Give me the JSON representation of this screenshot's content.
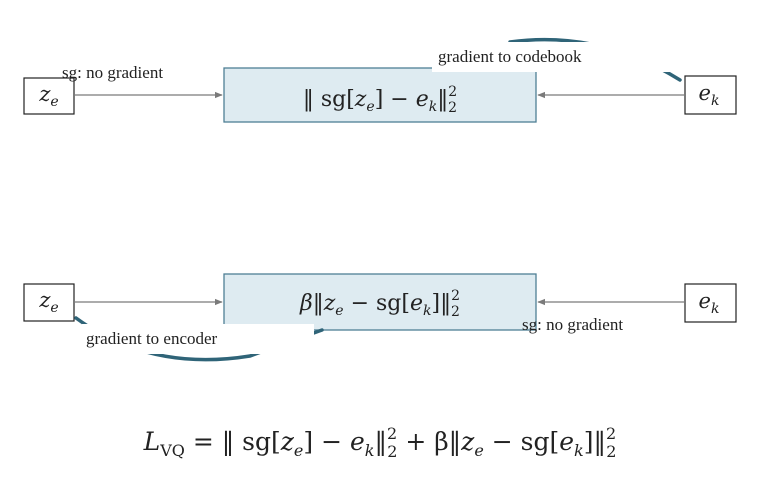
{
  "colors": {
    "box_fill": "#deebf1",
    "box_stroke": "#4f7f95",
    "arrow": "#7a7a7a",
    "curve": "#2f6478",
    "text": "#222222"
  },
  "top_row": {
    "left_node": {
      "var": "z",
      "sub": "e"
    },
    "right_node": {
      "var": "e",
      "sub": "k"
    },
    "center_term": {
      "pre": "‖ sg[",
      "z": "z",
      "z_sub": "e",
      "mid": "] − ",
      "e": "e",
      "e_sub": "k",
      "post": "‖",
      "pow_sup": "2",
      "pow_sub": "2"
    },
    "left_label": "sg: no gradient",
    "right_label": "gradient to codebook"
  },
  "bottom_row": {
    "left_node": {
      "var": "z",
      "sub": "e"
    },
    "right_node": {
      "var": "e",
      "sub": "k"
    },
    "center_term": {
      "beta": "β",
      "open": "‖",
      "z": "z",
      "z_sub": "e",
      "mid": " − sg[",
      "e": "e",
      "e_sub": "k",
      "post": "]‖",
      "pow_sup": "2",
      "pow_sub": "2"
    },
    "left_label": "gradient to encoder",
    "right_label": "sg: no gradient"
  },
  "loss": {
    "L": "L",
    "L_sub": "VQ",
    "eq": " = ‖ sg[",
    "z1": "z",
    "z1_sub": "e",
    "m1": "] − ",
    "e1": "e",
    "e1_sub": "k",
    "n1": "‖",
    "p1_sup": "2",
    "p1_sub": "2",
    "plus": " + β‖",
    "z2": "z",
    "z2_sub": "e",
    "m2": " − sg[",
    "e2": "e",
    "e2_sub": "k",
    "n2": "]‖",
    "p2_sup": "2",
    "p2_sub": "2"
  }
}
